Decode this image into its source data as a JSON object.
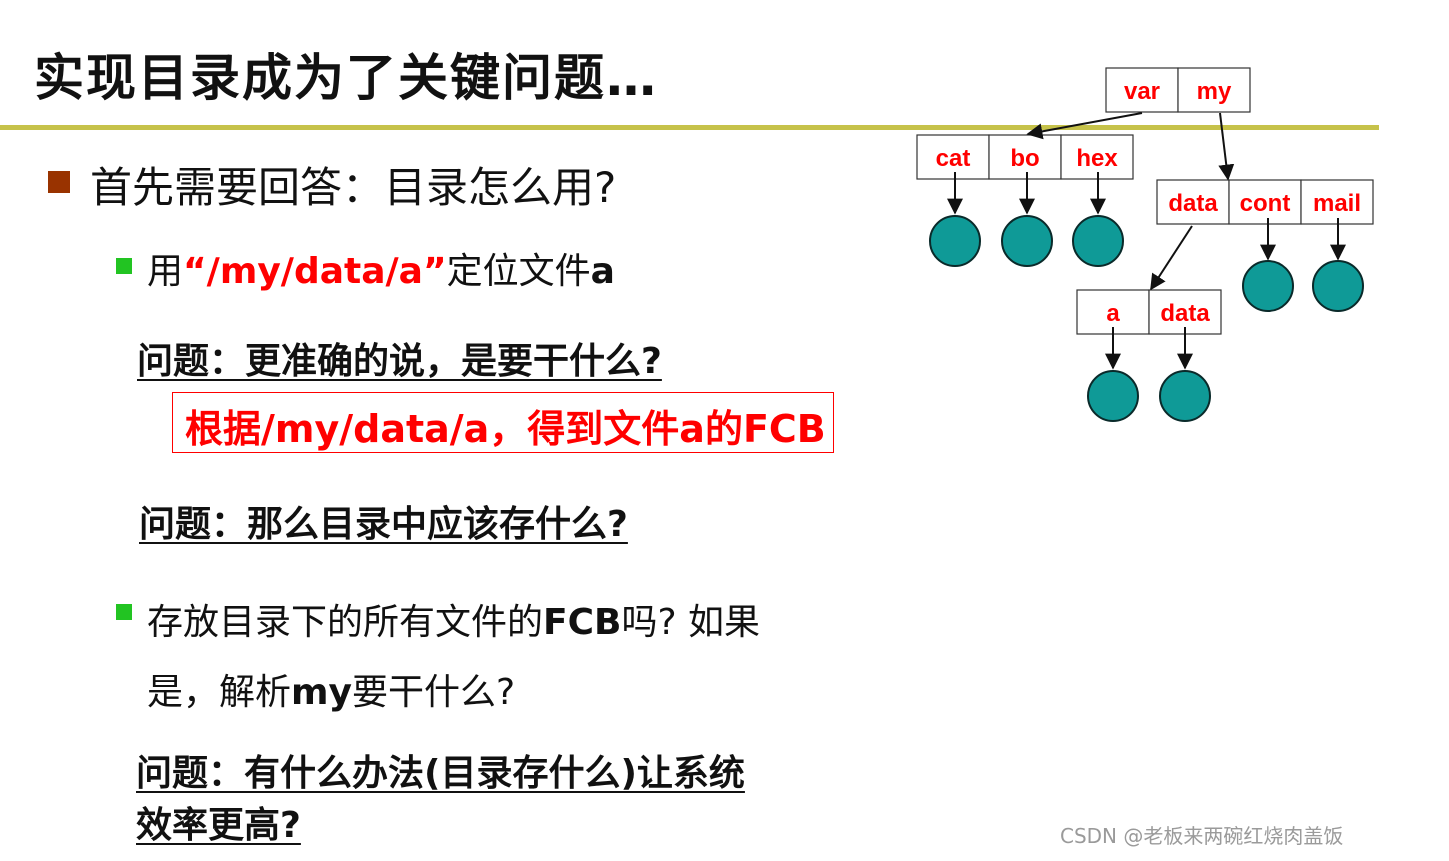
{
  "title": "实现目录成为了关键问题…",
  "bullet1": "首先需要回答：目录怎么用?",
  "bullet2": {
    "prefix": "用",
    "path": "“/my/data/a”",
    "suffix": "定位文件",
    "file": "a"
  },
  "question1": "问题：更准确的说，是要干什么?",
  "boxed_answer": "根据/my/data/a，得到文件a的FCB",
  "question2": "问题：那么目录中应该存什么?",
  "bullet3": {
    "text_a": "存放目录下的所有文件的",
    "fcb": "FCB",
    "text_b": "吗? 如果",
    "line2_a": "是，解析",
    "my": "my",
    "line2_b": "要干什么?"
  },
  "question3": "问题：有什么办法(目录存什么)让系统效率更高?",
  "watermark": "CSDN @老板来两碗红烧肉盖饭",
  "tree": {
    "root": [
      "var",
      "my"
    ],
    "var_children": [
      "cat",
      "bo",
      "hex"
    ],
    "my_children": [
      "data",
      "cont",
      "mail"
    ],
    "data_children": [
      "a",
      "data"
    ]
  },
  "colors": {
    "rule": "#c6c24a",
    "label_red": "#ff0000",
    "node_teal": "#0f9a97"
  }
}
